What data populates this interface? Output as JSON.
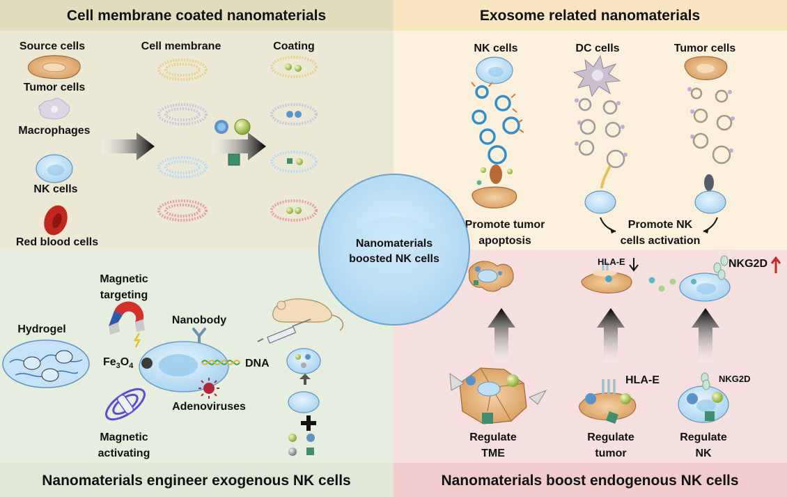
{
  "quadrants": {
    "top_left": {
      "title": "Cell membrane coated nanomaterials",
      "bg": "#ece8d6",
      "title_bg": "#e3ddc0",
      "col_source": "Source cells",
      "col_membrane": "Cell membrane",
      "col_coating": "Coating",
      "cells": [
        "Tumor cells",
        "Macrophages",
        "NK cells",
        "Red blood cells"
      ]
    },
    "top_right": {
      "title": "Exosome related nanomaterials",
      "bg": "#fbf0db",
      "title_bg": "#f8e6c3",
      "col_nk": "NK cells",
      "col_dc": "DC cells",
      "col_tumor": "Tumor cells",
      "caption_left": [
        "Promote tumor",
        "apoptosis"
      ],
      "caption_right": [
        "Promote NK",
        "cells activation"
      ]
    },
    "bottom_left": {
      "title": "Nanomaterials engineer exogenous NK cells",
      "bg": "#e6eedf",
      "title_bg": "#dfe8d6",
      "hydrogel": "Hydrogel",
      "magnetic_targeting": [
        "Magnetic",
        "targeting"
      ],
      "nanobody": "Nanobody",
      "fe3o4": "Fe",
      "fe3o4_sub1": "3",
      "fe3o4_mid": "O",
      "fe3o4_sub2": "4",
      "dna": "DNA",
      "adenoviruses": "Adenoviruses",
      "magnetic_activating": [
        "Magnetic",
        "activating"
      ]
    },
    "bottom_right": {
      "title": "Nanomaterials boost endogenous NK cells",
      "bg": "#f6dfdf",
      "title_bg": "#f1cccc",
      "hla_e_small": "HLA-E",
      "nkg2d_top": "NKG2D",
      "hla_e": "HLA-E",
      "nkg2d": "NKG2D",
      "regulate_tme": [
        "Regulate",
        "TME"
      ],
      "regulate_tumor": [
        "Regulate",
        "tumor"
      ],
      "regulate_nk": [
        "Regulate",
        "NK"
      ]
    }
  },
  "center": {
    "label": [
      "Nanomaterials",
      "boosted NK cells"
    ]
  },
  "colors": {
    "nk_fill": "#bfe0f6",
    "nk_stroke": "#5b94c4",
    "nk_nucleus": "#8fc4ea",
    "tumor_fill": "#e8b37a",
    "tumor_stroke": "#9a6b3a",
    "rbc": "#c0281f",
    "up_arrow": "#c8281f"
  }
}
